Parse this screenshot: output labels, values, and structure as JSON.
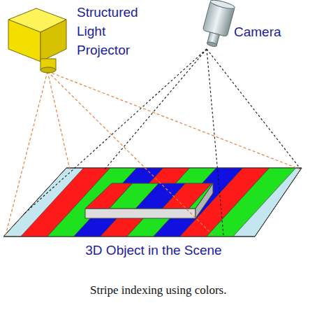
{
  "diagram": {
    "caption": "Stripe indexing using colors.",
    "labels": [
      "Structured Light Projector",
      "Camera",
      "3D Object in the Scene"
    ]
  }
}
